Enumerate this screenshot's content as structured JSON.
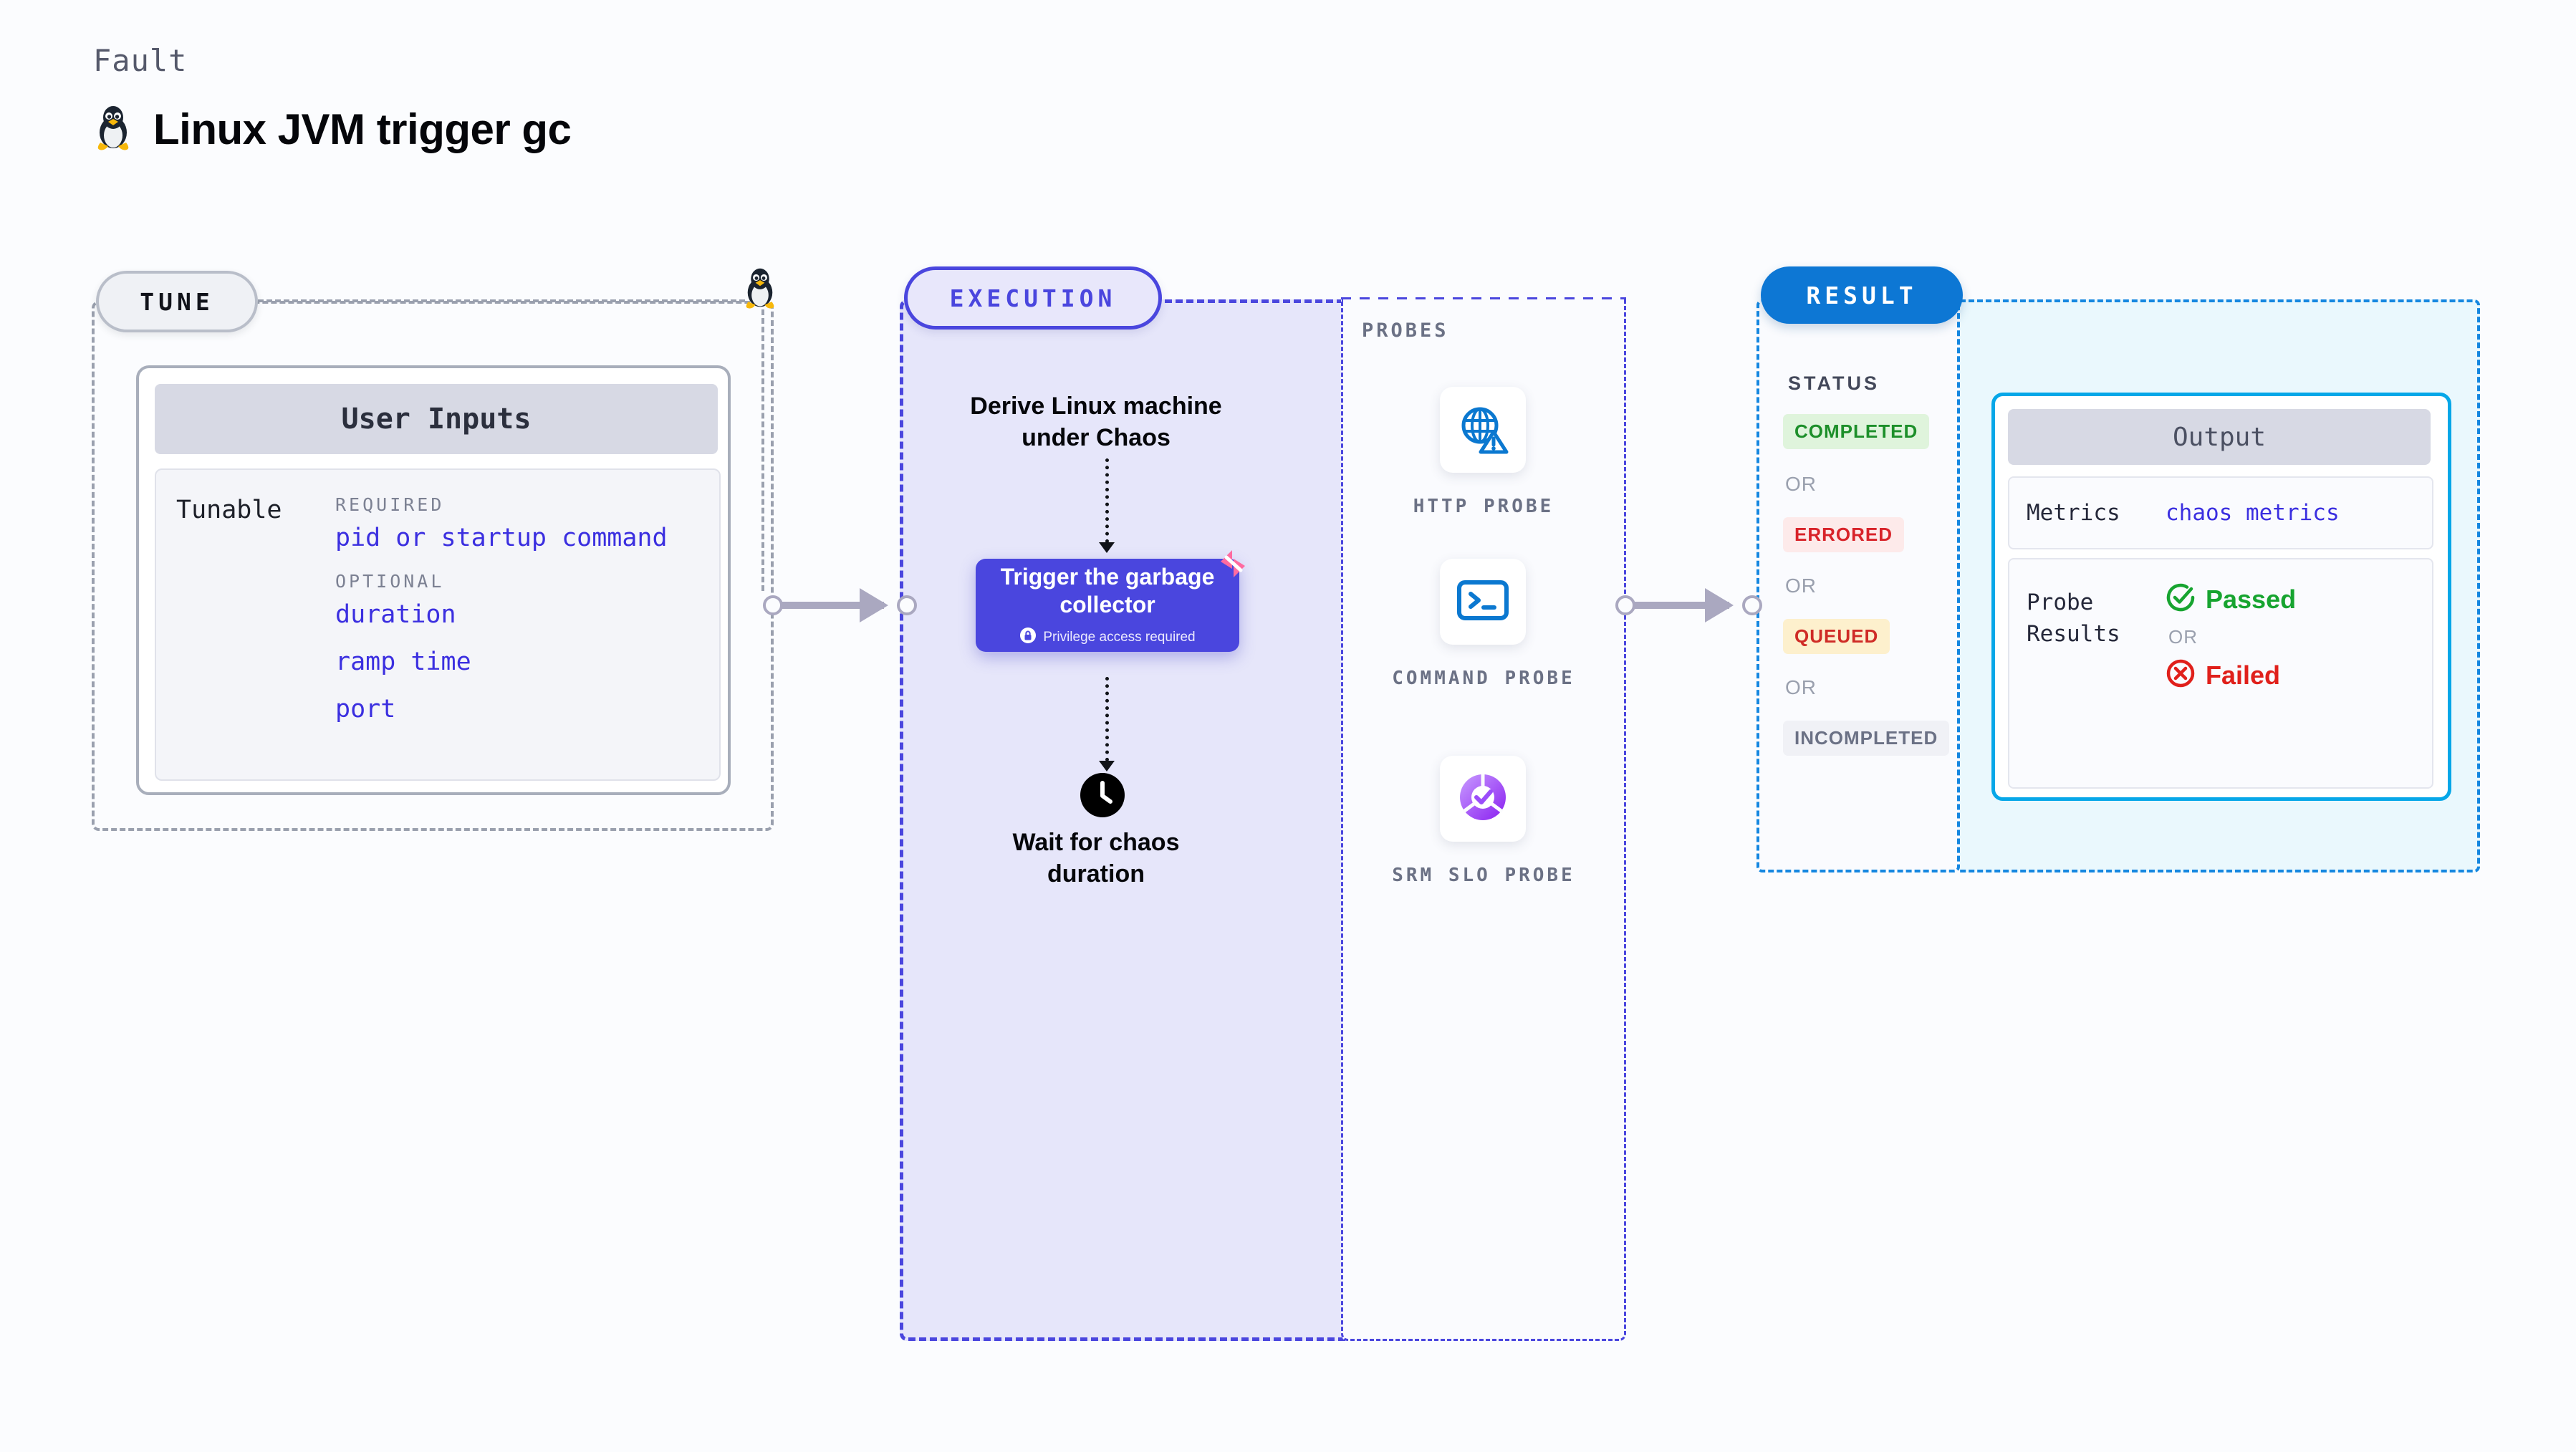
{
  "header": {
    "eyebrow": "Fault",
    "title": "Linux JVM trigger gc",
    "icon": "linux-penguin-icon"
  },
  "tune": {
    "badge": "TUNE",
    "card_header": "User Inputs",
    "tunable_label": "Tunable",
    "groups": [
      {
        "kind": "REQUIRED",
        "items": [
          "pid or startup command"
        ]
      },
      {
        "kind": "OPTIONAL",
        "items": [
          "duration",
          "ramp time",
          "port"
        ]
      }
    ]
  },
  "execution": {
    "badge": "EXECUTION",
    "step_derive": "Derive Linux machine under Chaos",
    "trigger_card": {
      "title": "Trigger the garbage collector",
      "privilege_note": "Privilege access required",
      "icon": "lock-icon",
      "ribbon": "ribbon-badge-icon",
      "color": "#4a46de"
    },
    "step_wait": "Wait for chaos duration",
    "wait_icon": "clock-icon"
  },
  "probes": {
    "title": "PROBES",
    "items": [
      {
        "label": "HTTP PROBE",
        "icon": "globe-warning-icon",
        "color": "#0b78d0"
      },
      {
        "label": "COMMAND PROBE",
        "icon": "terminal-icon",
        "color": "#0b78d0"
      },
      {
        "label": "SRM SLO PROBE",
        "icon": "slo-donut-check-icon",
        "color": "#9b4dfa"
      }
    ]
  },
  "result": {
    "badge": "RESULT",
    "status_title": "STATUS",
    "or_label": "OR",
    "statuses": [
      {
        "label": "COMPLETED",
        "bg": "#dff4dc",
        "fg": "#1d8f2a"
      },
      {
        "label": "ERRORED",
        "bg": "#fdeaea",
        "fg": "#d8232a"
      },
      {
        "label": "QUEUED",
        "bg": "#fdf0cd",
        "fg": "#cf2b26"
      },
      {
        "label": "INCOMPLETED",
        "bg": "#f0f1f6",
        "fg": "#6b7185"
      }
    ],
    "output": {
      "header": "Output",
      "metrics_label": "Metrics",
      "metrics_value": "chaos metrics",
      "probe_results_label": "Probe Results",
      "or_label": "OR",
      "passed": {
        "label": "Passed",
        "icon": "check-circle-icon",
        "color": "#17a430"
      },
      "failed": {
        "label": "Failed",
        "icon": "x-circle-icon",
        "color": "#e0201b"
      }
    }
  }
}
